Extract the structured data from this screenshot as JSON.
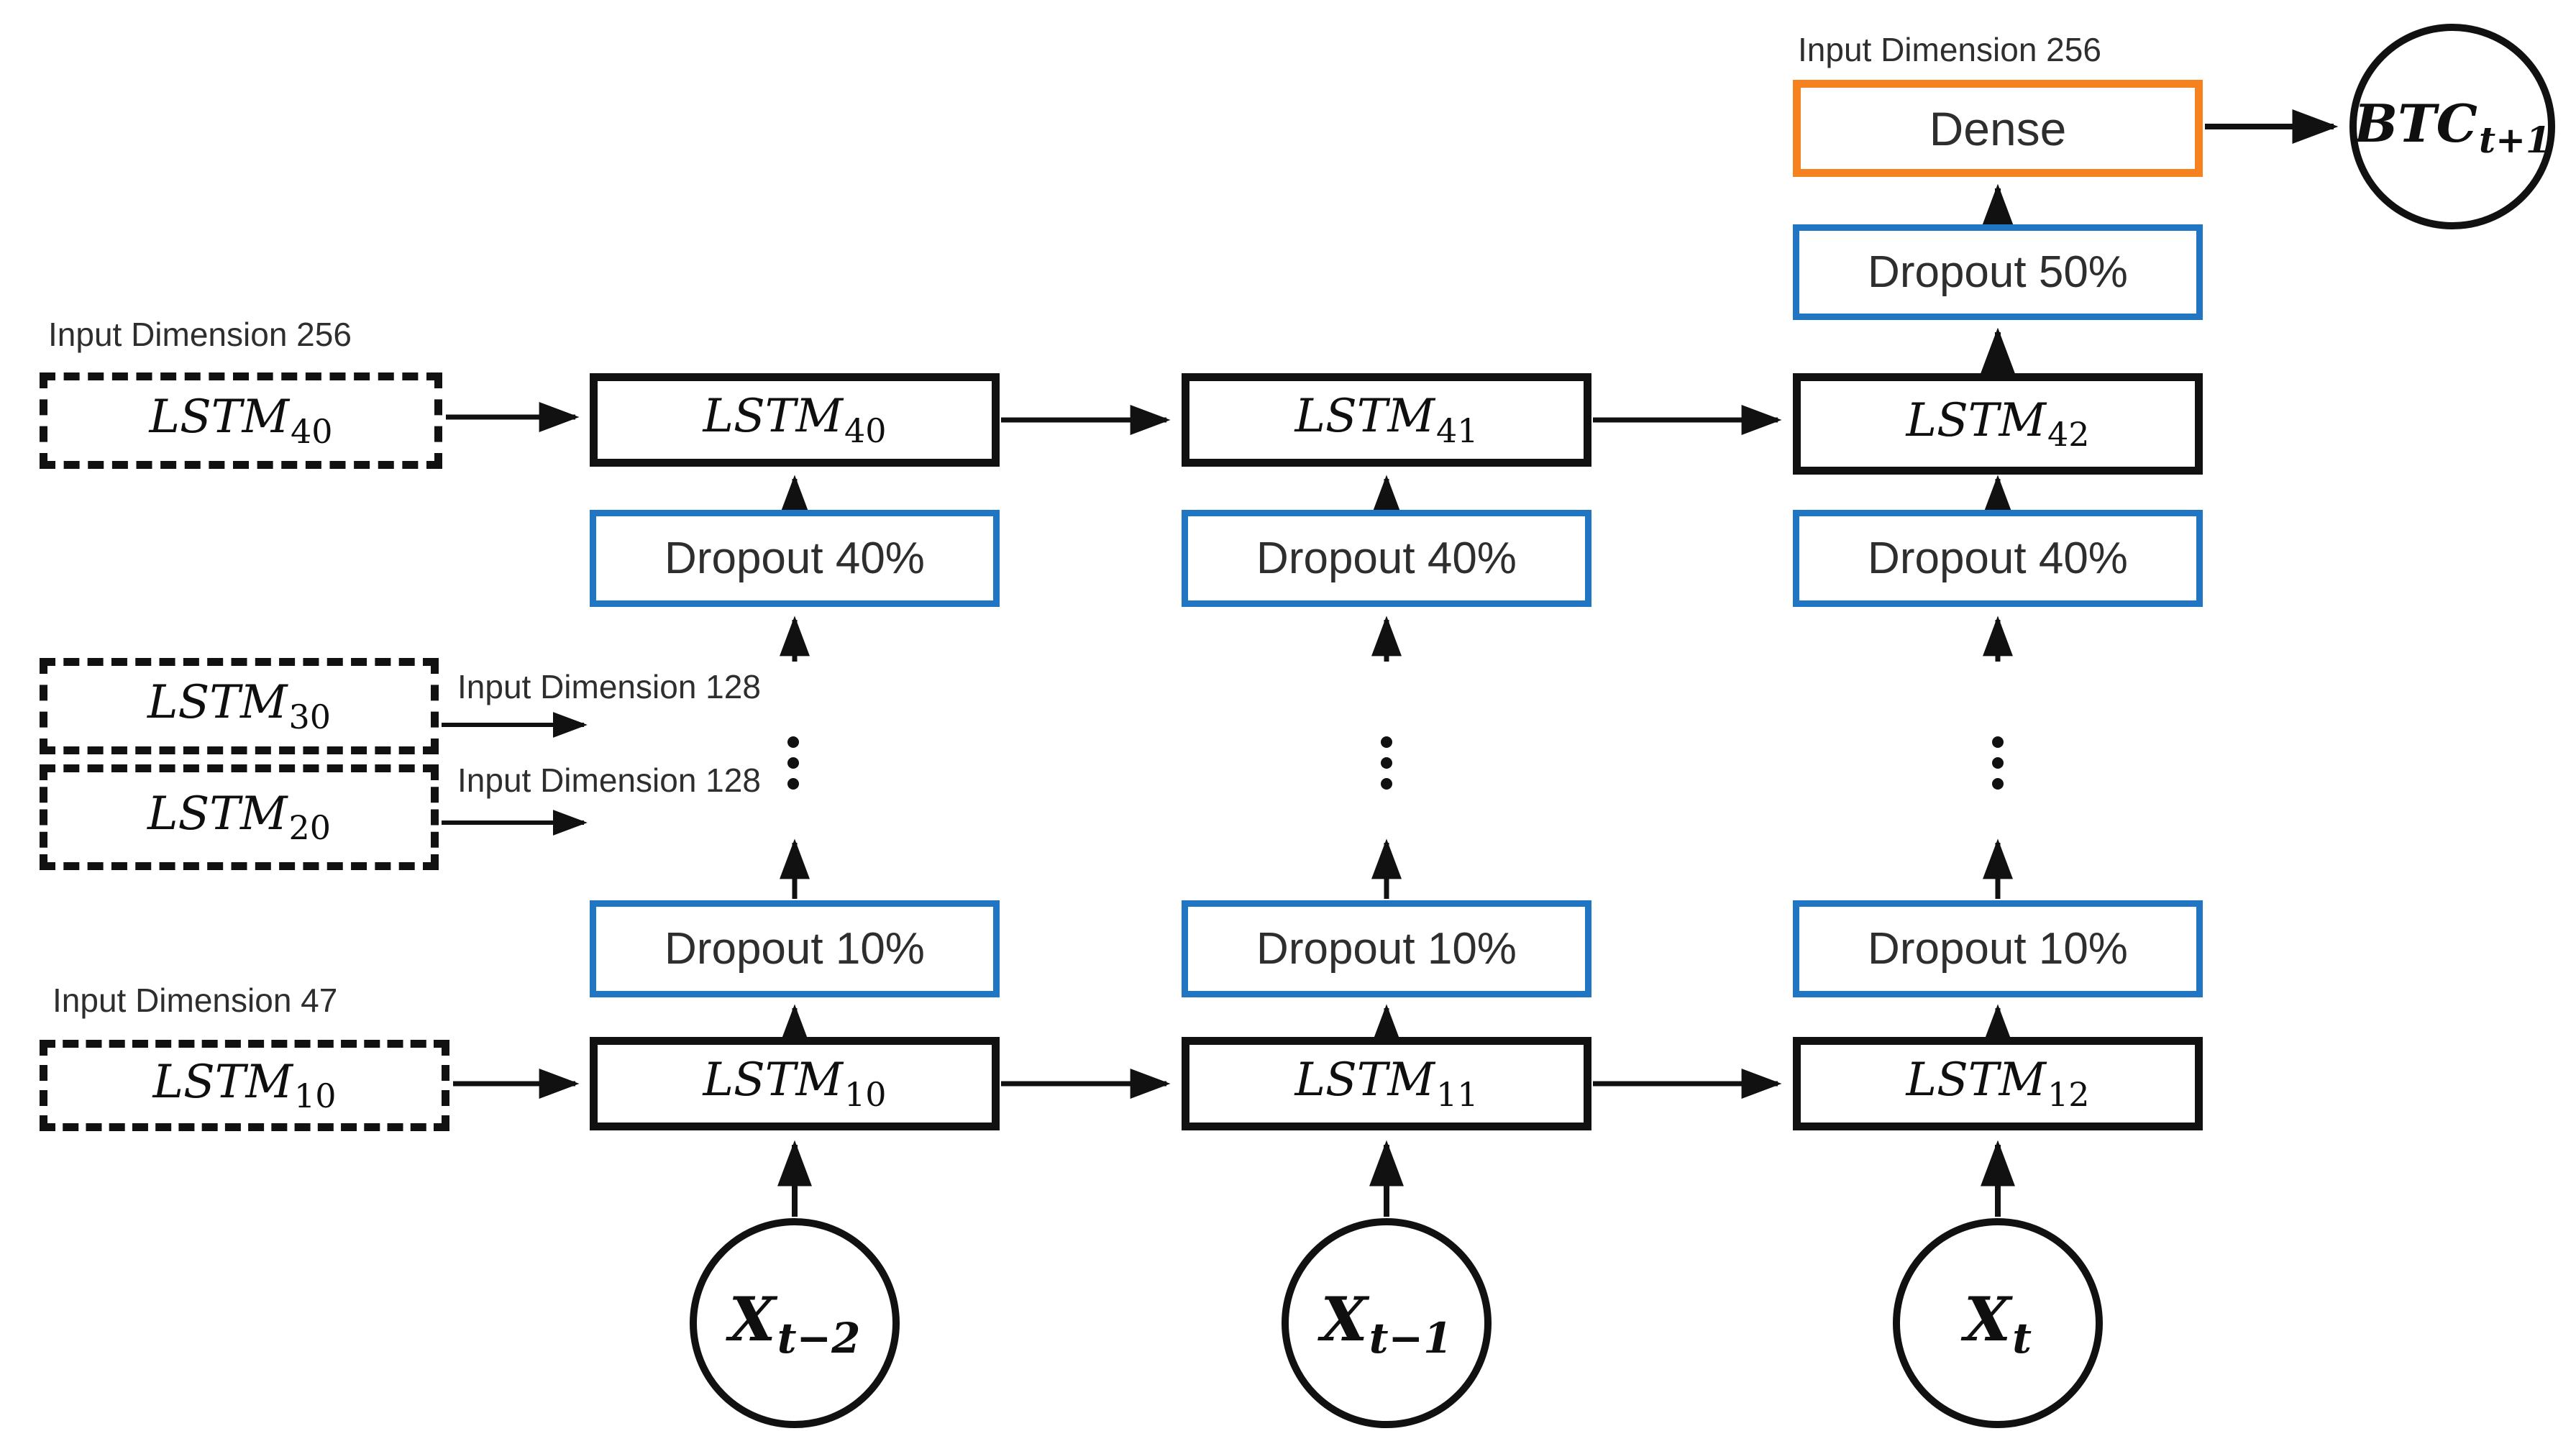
{
  "colors": {
    "blue": "#2176c4",
    "orange": "#f5821f",
    "line": "#111111",
    "text": "#2e2e2e"
  },
  "annotations": {
    "input_dim_256_left": "Input Dimension 256",
    "input_dim_128_top": "Input Dimension 128",
    "input_dim_128_bottom": "Input Dimension 128",
    "input_dim_47": "Input Dimension 47",
    "input_dim_256_output": "Input Dimension 256"
  },
  "input_layers": {
    "lstm40": {
      "main": "LSTM",
      "sub": "40"
    },
    "lstm30": {
      "main": "LSTM",
      "sub": "30"
    },
    "lstm20": {
      "main": "LSTM",
      "sub": "20"
    },
    "lstm10": {
      "main": "LSTM",
      "sub": "10"
    }
  },
  "grid": {
    "lstm40": {
      "main": "LSTM",
      "sub": "40"
    },
    "lstm41": {
      "main": "LSTM",
      "sub": "41"
    },
    "lstm42": {
      "main": "LSTM",
      "sub": "42"
    },
    "lstm10": {
      "main": "LSTM",
      "sub": "10"
    },
    "lstm11": {
      "main": "LSTM",
      "sub": "11"
    },
    "lstm12": {
      "main": "LSTM",
      "sub": "12"
    },
    "dropout40": "Dropout 40%",
    "dropout10": "Dropout 10%",
    "dropout50": "Dropout 50%",
    "dense": "Dense"
  },
  "nodes": {
    "x_t_minus_2": {
      "main": "X",
      "sub": "t−2"
    },
    "x_t_minus_1": {
      "main": "X",
      "sub": "t−1"
    },
    "x_t": {
      "main": "X",
      "sub": "t"
    },
    "btc": {
      "main": "BTC",
      "sub": "t+1"
    }
  }
}
